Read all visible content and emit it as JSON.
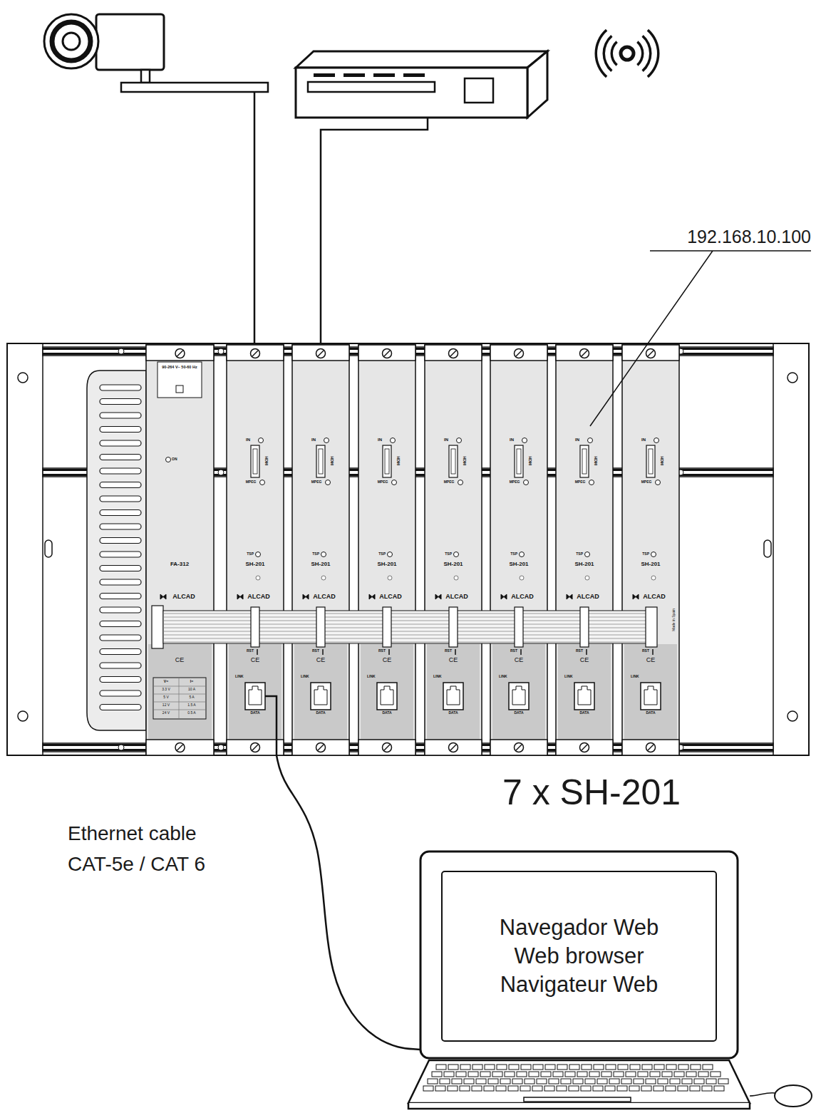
{
  "diagram": {
    "nodes": [
      {
        "text": [
          "90-264 V~ 50-60 Hz",
          "ON",
          "FA-312",
          "ALCAD",
          "CE",
          "V=",
          "I=",
          "3.3 V",
          "10 A",
          "5 V",
          "5 A",
          "12 V",
          "1.5 A",
          "24 V",
          "0.5 A"
        ]
      },
      {
        "text": [
          "IN",
          "HDMI",
          "MPEG",
          "TSP",
          "SH-201",
          "ALCAD",
          "RST",
          "CE",
          "LINK",
          "DATA"
        ]
      },
      {
        "text": [
          "IN",
          "HDMI",
          "MPEG",
          "TSP",
          "SH-201",
          "ALCAD",
          "RST",
          "CE",
          "LINK",
          "DATA"
        ]
      },
      {
        "text": [
          "IN",
          "HDMI",
          "MPEG",
          "TSP",
          "SH-201",
          "ALCAD",
          "RST",
          "CE",
          "LINK",
          "DATA"
        ]
      },
      {
        "text": [
          "IN",
          "HDMI",
          "MPEG",
          "TSP",
          "SH-201",
          "ALCAD",
          "RST",
          "CE",
          "LINK",
          "DATA"
        ]
      },
      {
        "text": [
          "IN",
          "HDMI",
          "MPEG",
          "TSP",
          "SH-201",
          "ALCAD",
          "RST",
          "CE",
          "LINK",
          "DATA"
        ]
      },
      {
        "text": [
          "IN",
          "HDMI",
          "MPEG",
          "TSP",
          "SH-201",
          "ALCAD",
          "RST",
          "CE",
          "LINK",
          "DATA"
        ]
      },
      {
        "text": [
          "IN",
          "HDMI",
          "MPEG",
          "TSP",
          "SH-201",
          "ALCAD",
          "RST",
          "CE",
          "LINK",
          "DATA",
          "Made in Spain"
        ]
      },
      {
        "text": [
          "Navegador Web",
          "Web browser",
          "Navigateur Web"
        ]
      }
    ],
    "edges": [
      {
        "from": 1,
        "to": 8,
        "arrow": "none"
      }
    ],
    "labels": [
      "192.168.10.100",
      "7 x SH-201",
      "Ethernet cable CAT-5e / CAT 6"
    ]
  }
}
